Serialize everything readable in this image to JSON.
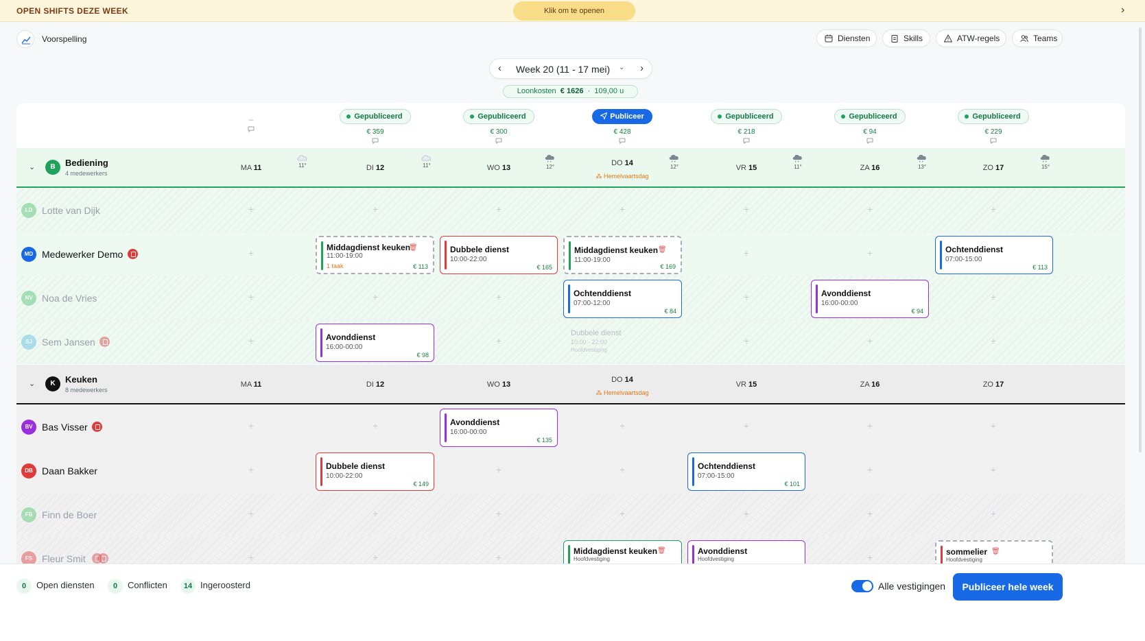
{
  "banner": {
    "title": "OPEN SHIFTS DEZE WEEK",
    "button": "Klik om te openen",
    "chevron": "›"
  },
  "toolbar": {
    "forecast_label": "Voorspelling",
    "buttons": [
      {
        "label": "Diensten",
        "icon": "calendar-icon"
      },
      {
        "label": "Skills",
        "icon": "clipboard-icon"
      },
      {
        "label": "ATW-regels",
        "icon": "warning-icon"
      },
      {
        "label": "Teams",
        "icon": "users-icon"
      }
    ]
  },
  "week": {
    "label": "Week 20 (11 - 17 mei)",
    "prev": "‹",
    "next": "›",
    "chevron": "⌄"
  },
  "labor": {
    "label": "Loonkosten",
    "amount": "€ 1626",
    "sep": "·",
    "hours": "109,00 u"
  },
  "days": [
    {
      "status": "",
      "cost": "",
      "empty": "–"
    },
    {
      "status": "Gepubliceerd",
      "cost": "€ 359"
    },
    {
      "status": "Gepubliceerd",
      "cost": "€ 300"
    },
    {
      "status": "Publiceer",
      "cost": "€ 428",
      "action": true
    },
    {
      "status": "Gepubliceerd",
      "cost": "€ 218"
    },
    {
      "status": "Gepubliceerd",
      "cost": "€ 94"
    },
    {
      "status": "Gepubliceerd",
      "cost": "€ 229"
    }
  ],
  "teams": [
    {
      "name": "Bediening",
      "count": "4 medewerkers",
      "badge": "B",
      "color": "#1fa35a",
      "day_labels": [
        {
          "abbr": "MA",
          "num": "11"
        },
        {
          "abbr": "DI",
          "num": "12"
        },
        {
          "abbr": "WO",
          "num": "13"
        },
        {
          "abbr": "DO",
          "num": "14",
          "holiday": "Hemelvaartsdag"
        },
        {
          "abbr": "VR",
          "num": "15"
        },
        {
          "abbr": "ZA",
          "num": "16"
        },
        {
          "abbr": "ZO",
          "num": "17"
        }
      ],
      "weather": [
        {
          "temp": "11°",
          "icon": "cloud-icon"
        },
        {
          "temp": "11°",
          "icon": "cloud-icon"
        },
        {
          "temp": "12°",
          "icon": "rain-icon"
        },
        {
          "temp": "12°",
          "icon": "rain-icon"
        },
        {
          "temp": "11°",
          "icon": "rain-icon"
        },
        {
          "temp": "13°",
          "icon": "rain-icon"
        },
        {
          "temp": "15°",
          "icon": "rain-icon"
        }
      ]
    },
    {
      "name": "Keuken",
      "count": "8 medewerkers",
      "badge": "K",
      "color": "#111111",
      "day_labels": [
        {
          "abbr": "MA",
          "num": "11"
        },
        {
          "abbr": "DI",
          "num": "12"
        },
        {
          "abbr": "WO",
          "num": "13"
        },
        {
          "abbr": "DO",
          "num": "14",
          "holiday": "Hemelvaartsdag"
        },
        {
          "abbr": "VR",
          "num": "15"
        },
        {
          "abbr": "ZA",
          "num": "16"
        },
        {
          "abbr": "ZO",
          "num": "17"
        }
      ]
    }
  ],
  "employees": [
    {
      "initials": "LD",
      "name": "Lotte van Dijk",
      "color": "#4ec36b",
      "dim": true,
      "flag": false
    },
    {
      "initials": "MD",
      "name": "Medewerker Demo",
      "color": "#1769e6",
      "dim": false,
      "flag": true
    },
    {
      "initials": "NV",
      "name": "Noa de Vries",
      "color": "#4ec36b",
      "dim": true,
      "flag": false
    },
    {
      "initials": "SJ",
      "name": "Sem Jansen",
      "color": "#5bbde3",
      "dim": true,
      "flag": true
    },
    {
      "initials": "BV",
      "name": "Bas Visser",
      "color": "#9a2de0",
      "dim": false,
      "flag": true
    },
    {
      "initials": "DB",
      "name": "Daan Bakker",
      "color": "#e03b3b",
      "dim": false,
      "flag": false
    },
    {
      "initials": "FB",
      "name": "Finn de Boer",
      "color": "#4ec36b",
      "dim": true,
      "flag": false
    },
    {
      "initials": "FS",
      "name": "Fleur Smit",
      "color": "#e03b3b",
      "dim": true,
      "flag": true
    }
  ],
  "shifts": [
    {
      "title": "Middagdienst keuken",
      "time": "11:00-19:00",
      "sub": "1 taak",
      "cost": "€ 113",
      "color": "#1fa35a",
      "border": "dashed"
    },
    {
      "title": "Dubbele dienst",
      "time": "10:00-22:00",
      "cost": "€ 165",
      "color": "#e03b3b"
    },
    {
      "title": "Middagdienst keuken",
      "time": "11:00-19:00",
      "cost": "€ 169",
      "color": "#1fa35a",
      "border": "dashed"
    },
    {
      "title": "Ochtenddienst",
      "time": "07:00-15:00",
      "cost": "€ 113",
      "color": "#1769e6"
    },
    {
      "title": "Ochtenddienst",
      "time": "07:00-12:00",
      "cost": "€ 84",
      "color": "#1769e6"
    },
    {
      "title": "Avonddienst",
      "time": "16:00-00:00",
      "cost": "€ 94",
      "color": "#9a2de0"
    },
    {
      "title": "Avonddienst",
      "time": "16:00-00:00",
      "cost": "€ 98",
      "color": "#9a2de0"
    },
    {
      "title": "Dubbele dienst",
      "time": "10:00 - 22:00",
      "sub": "Hoofdvestiging",
      "ghost": true
    },
    {
      "title": "Avonddienst",
      "time": "16:00-00:00",
      "cost": "€ 135",
      "color": "#9a2de0"
    },
    {
      "title": "Dubbele dienst",
      "time": "10:00-22:00",
      "cost": "€ 149",
      "color": "#e03b3b"
    },
    {
      "title": "Ochtenddienst",
      "time": "07:00-15:00",
      "cost": "€ 101",
      "color": "#1769e6"
    },
    {
      "title": "Middagdienst keuken",
      "time": "Hoofdvestiging",
      "color": "#1fa35a"
    },
    {
      "title": "Avonddienst",
      "time": "Hoofdvestiging",
      "color": "#9a2de0"
    },
    {
      "title": "sommelier",
      "time": "Hoofdvestiging",
      "color": "#e03b3b",
      "border": "dashed"
    }
  ],
  "footer": {
    "open": {
      "count": "0",
      "label": "Open diensten"
    },
    "conflicts": {
      "count": "0",
      "label": "Conflicten"
    },
    "scheduled": {
      "count": "14",
      "label": "Ingeroosterd"
    },
    "toggle_label": "Alle vestigingen",
    "publish_button": "Publiceer hele week"
  }
}
